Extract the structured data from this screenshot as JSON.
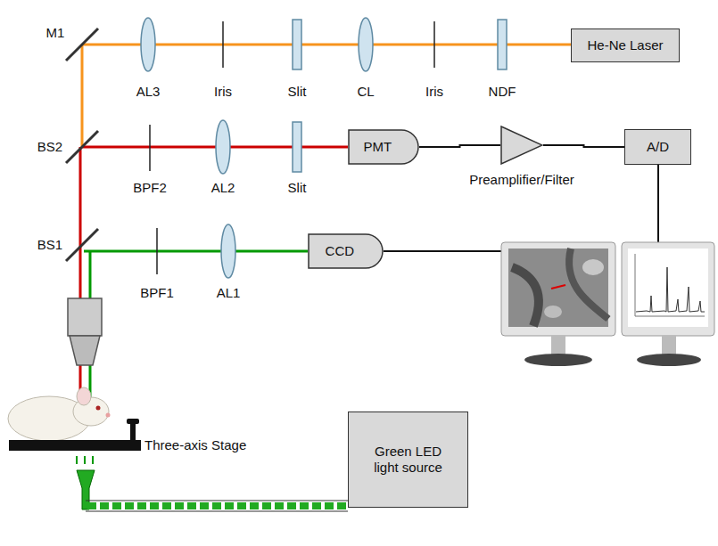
{
  "diagram": {
    "nodes": [
      {
        "text": [
          "He-Ne Laser"
        ]
      },
      {
        "text": [
          "PMT"
        ]
      },
      {
        "text": [
          "Preamplifier/Filter"
        ]
      },
      {
        "text": [
          "A/D"
        ]
      },
      {
        "text": [
          "CCD"
        ]
      },
      {
        "text": [
          "Green LED light source"
        ]
      }
    ],
    "edges": [
      {
        "from": 1,
        "to": 2,
        "arrow": "none"
      },
      {
        "from": 2,
        "to": 3,
        "arrow": "none"
      }
    ],
    "labels": [
      "M1",
      "AL3",
      "Iris",
      "Slit",
      "CL",
      "Iris",
      "NDF",
      "BS2",
      "BPF2",
      "AL2",
      "Slit",
      "BS1",
      "BPF1",
      "AL1",
      "Three-axis Stage"
    ]
  }
}
